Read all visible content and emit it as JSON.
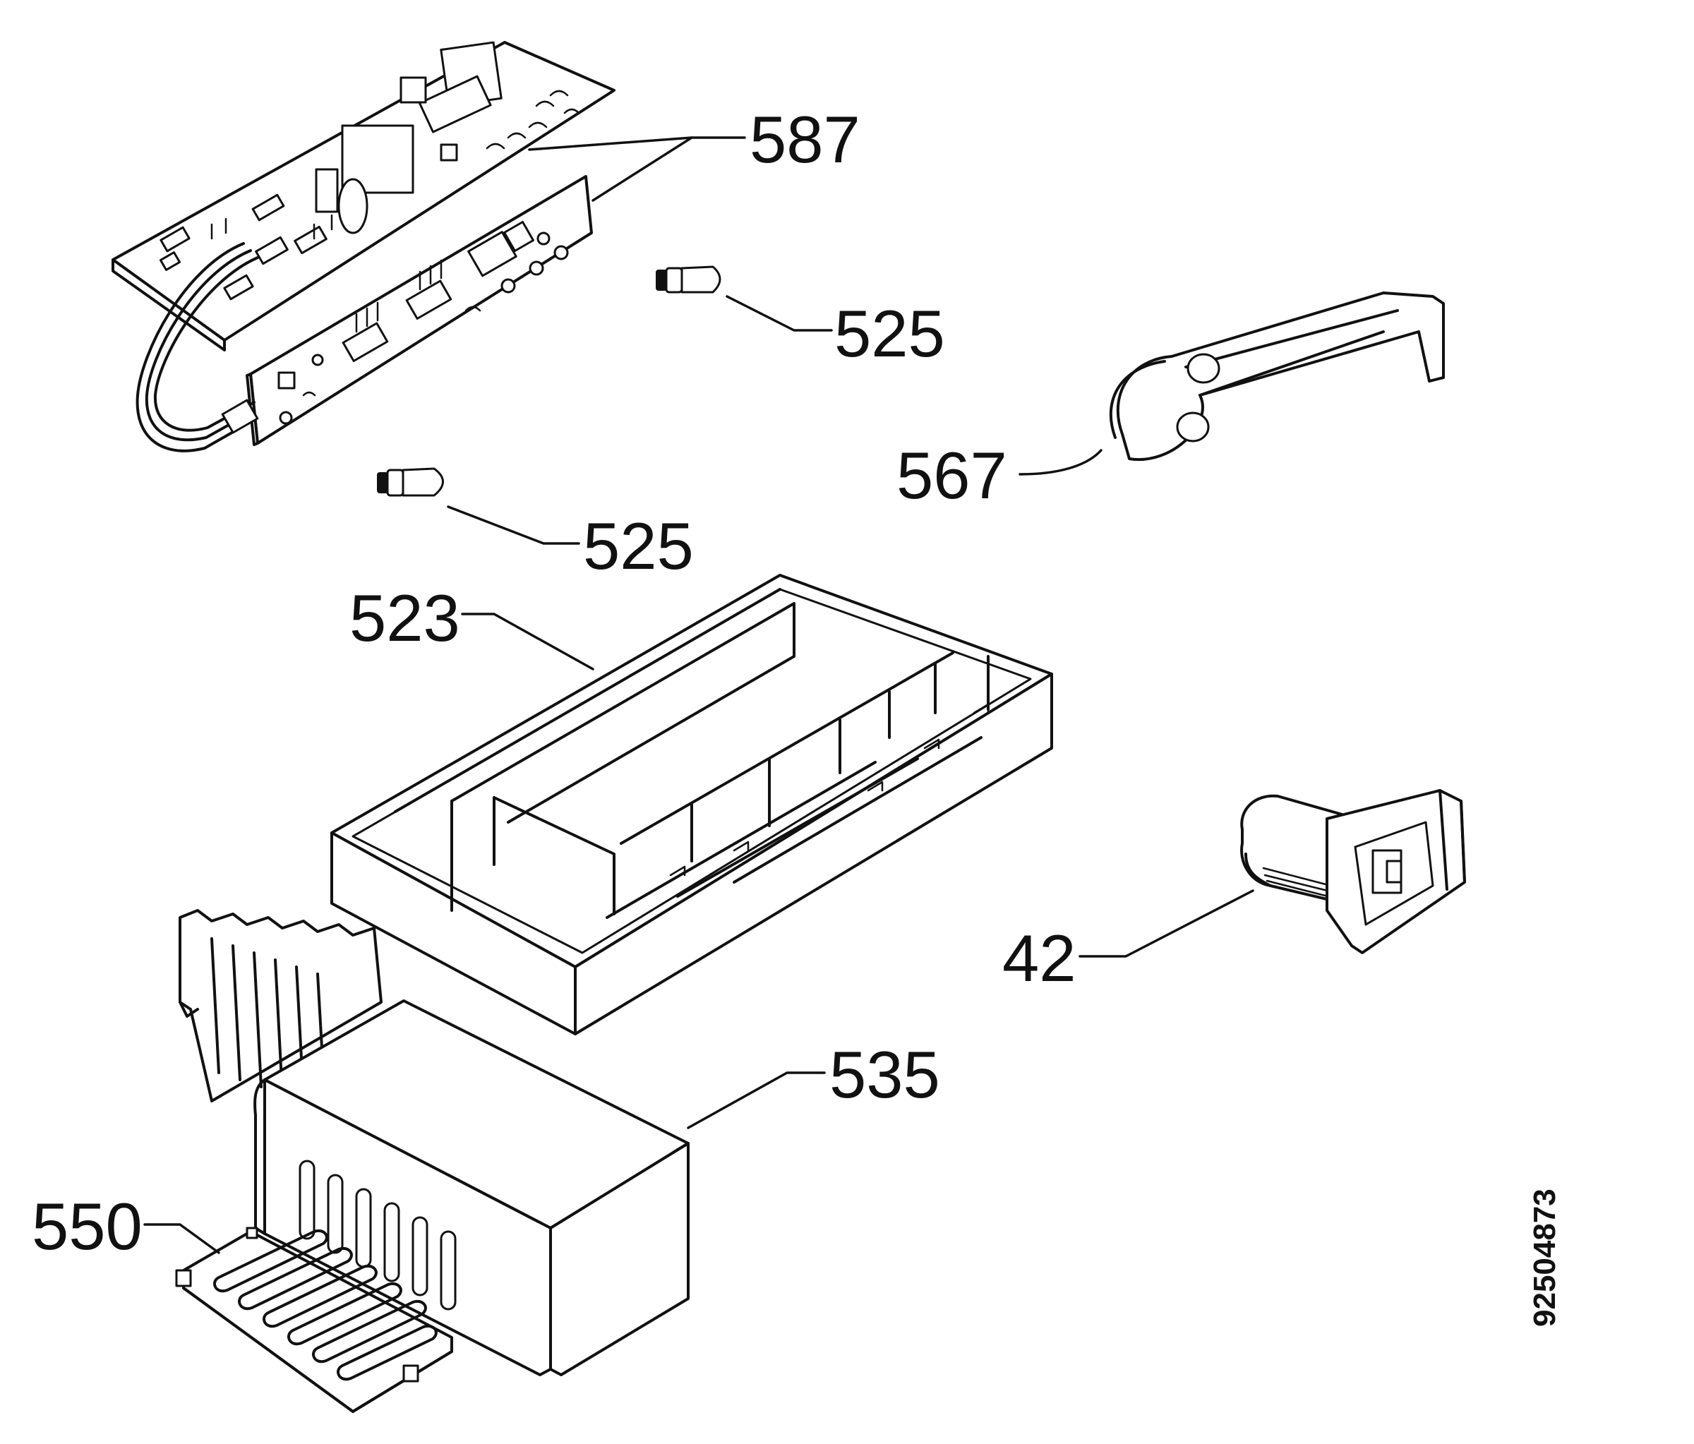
{
  "diagram": {
    "part_labels": {
      "p587": "587",
      "p525a": "525",
      "p525b": "525",
      "p567": "567",
      "p523": "523",
      "p42": "42",
      "p535": "535",
      "p550": "550"
    },
    "document_number": "92504873"
  }
}
